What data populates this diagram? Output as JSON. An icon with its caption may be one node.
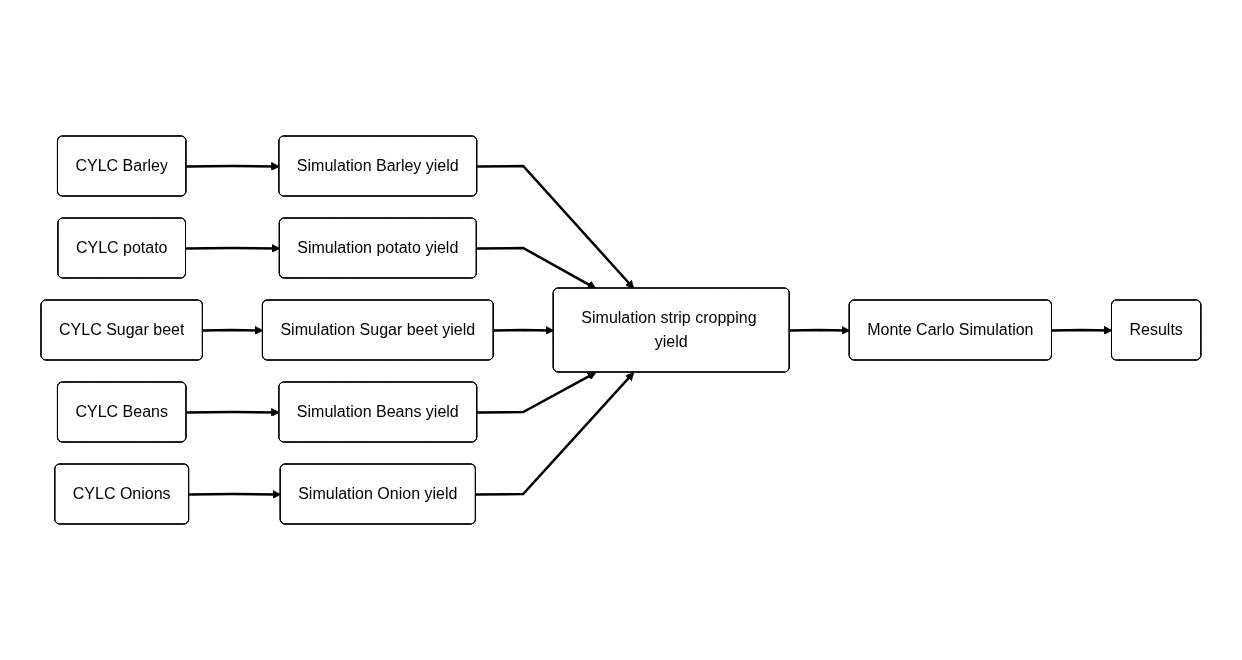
{
  "diagram": {
    "nodes": [
      {
        "text": [
          "CYLC Barley"
        ]
      },
      {
        "text": [
          "Simulation Barley yield"
        ]
      },
      {
        "text": [
          "CYLC potato"
        ]
      },
      {
        "text": [
          "Simulation potato yield"
        ]
      },
      {
        "text": [
          "CYLC Sugar beet"
        ]
      },
      {
        "text": [
          "Simulation Sugar beet yield"
        ]
      },
      {
        "text": [
          "Simulation strip cropping yield"
        ]
      },
      {
        "text": [
          "Monte Carlo Simulation"
        ]
      },
      {
        "text": [
          "Results"
        ]
      },
      {
        "text": [
          "CYLC Beans"
        ]
      },
      {
        "text": [
          "Simulation Beans yield"
        ]
      },
      {
        "text": [
          "CYLC Onions"
        ]
      },
      {
        "text": [
          "Simulation Onion yield"
        ]
      }
    ],
    "edges": [
      {
        "from": 0,
        "to": 1,
        "arrow": "to"
      },
      {
        "from": 2,
        "to": 3,
        "arrow": "to"
      },
      {
        "from": 4,
        "to": 5,
        "arrow": "to"
      },
      {
        "from": 9,
        "to": 10,
        "arrow": "to"
      },
      {
        "from": 11,
        "to": 12,
        "arrow": "to"
      },
      {
        "from": 1,
        "to": 6,
        "arrow": "to"
      },
      {
        "from": 3,
        "to": 6,
        "arrow": "to"
      },
      {
        "from": 5,
        "to": 6,
        "arrow": "to"
      },
      {
        "from": 10,
        "to": 6,
        "arrow": "to"
      },
      {
        "from": 12,
        "to": 6,
        "arrow": "to"
      },
      {
        "from": 6,
        "to": 7,
        "arrow": "to"
      },
      {
        "from": 7,
        "to": 8,
        "arrow": "to"
      }
    ]
  }
}
